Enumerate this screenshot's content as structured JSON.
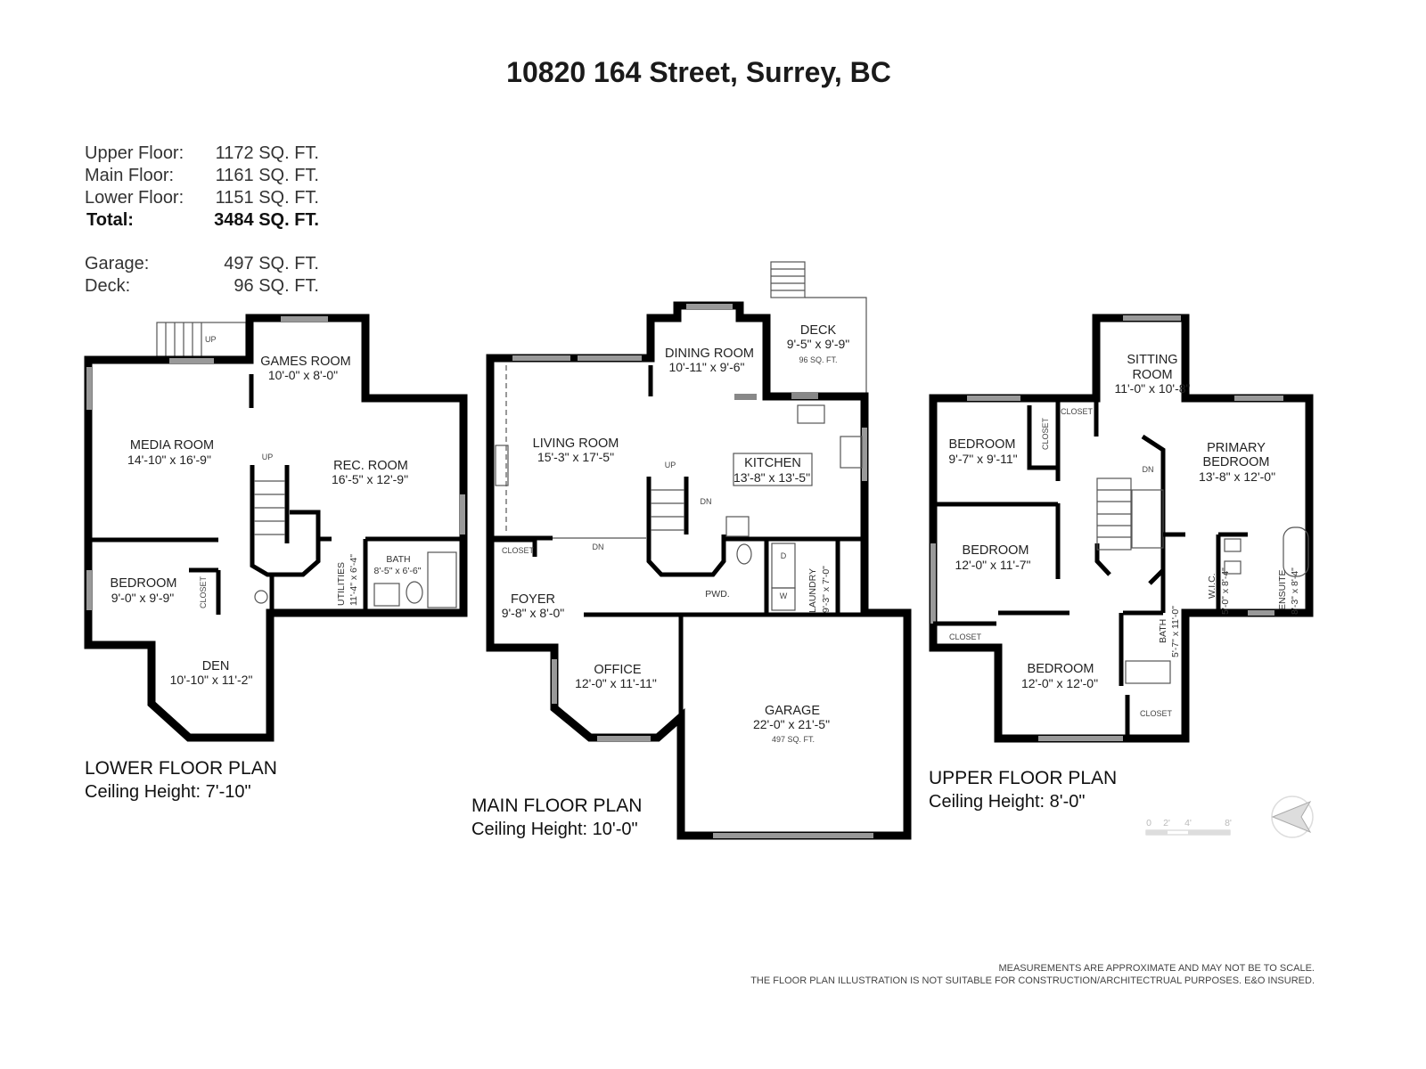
{
  "title": "10820 164 Street, Surrey, BC",
  "areas": [
    {
      "label": "Upper Floor:",
      "value": "1172 SQ. FT."
    },
    {
      "label": "Main Floor:",
      "value": "1161 SQ. FT."
    },
    {
      "label": "Lower Floor:",
      "value": "1151 SQ. FT."
    },
    {
      "label": "Total:",
      "value": "3484 SQ. FT."
    },
    {
      "label": "Garage:",
      "value": "497 SQ. FT."
    },
    {
      "label": "Deck:",
      "value": "96 SQ. FT."
    }
  ],
  "lower": {
    "plan_title": "LOWER FLOOR PLAN",
    "ceiling": "Ceiling Height: 7'-10\"",
    "rooms": [
      {
        "name": "GAMES ROOM",
        "dim": "10'-0\" x 8'-0\""
      },
      {
        "name": "MEDIA ROOM",
        "dim": "14'-10\" x 16'-9\""
      },
      {
        "name": "REC. ROOM",
        "dim": "16'-5\" x 12'-9\""
      },
      {
        "name": "BEDROOM",
        "dim": "9'-0\" x 9'-9\""
      },
      {
        "name": "DEN",
        "dim": "10'-10\" x 11'-2\""
      },
      {
        "name": "UTILITIES",
        "dim": "11'-4\" x 6'-4\""
      },
      {
        "name": "BATH",
        "dim": "8'-5\" x 6'-6\""
      }
    ],
    "labels": {
      "up1": "UP",
      "up2": "UP",
      "closet": "CLOSET"
    }
  },
  "main": {
    "plan_title": "MAIN FLOOR PLAN",
    "ceiling": "Ceiling Height: 10'-0\"",
    "rooms": [
      {
        "name": "DINING ROOM",
        "dim": "10'-11\" x 9'-6\""
      },
      {
        "name": "DECK",
        "dim": "9'-5\" x 9'-9\"",
        "area": "96 SQ. FT."
      },
      {
        "name": "LIVING ROOM",
        "dim": "15'-3\" x 17'-5\""
      },
      {
        "name": "KITCHEN",
        "dim": "13'-8\" x 13'-5\""
      },
      {
        "name": "FOYER",
        "dim": "9'-8\" x 8'-0\""
      },
      {
        "name": "OFFICE",
        "dim": "12'-0\" x 11'-11\""
      },
      {
        "name": "GARAGE",
        "dim": "22'-0\" x 21'-5\"",
        "area": "497 SQ. FT."
      },
      {
        "name": "LAUNDRY",
        "dim": "9'-3\" x 7'-0\""
      },
      {
        "name": "PWD.",
        "dim": ""
      }
    ],
    "labels": {
      "up": "UP",
      "dn1": "DN",
      "dn2": "DN",
      "closet": "CLOSET",
      "washer": "W",
      "dryer": "D"
    }
  },
  "upper": {
    "plan_title": "UPPER FLOOR PLAN",
    "ceiling": "Ceiling Height: 8'-0\"",
    "rooms": [
      {
        "name": "SITTING",
        "name2": "ROOM",
        "dim": "11'-0\" x 10'-8\""
      },
      {
        "name": "BEDROOM",
        "dim": "9'-7\" x 9'-11\""
      },
      {
        "name": "PRIMARY",
        "name2": "BEDROOM",
        "dim": "13'-8\" x 12'-0\""
      },
      {
        "name": "BEDROOM",
        "dim": "12'-0\" x 11'-7\""
      },
      {
        "name": "W.I.C.",
        "dim": "5'-0\" x 8'-4\""
      },
      {
        "name": "ENSUITE",
        "dim": "8'-3\" x 8'-4\""
      },
      {
        "name": "BATH",
        "dim": "5'-7\" x 11'-0\""
      },
      {
        "name": "BEDROOM",
        "dim": "12'-0\" x 12'-0\""
      }
    ],
    "labels": {
      "dn": "DN",
      "closet1": "CLOSET",
      "closet2": "CLOSET",
      "closet3": "CLOSET",
      "closet4": "CLOSET"
    }
  },
  "scale": {
    "ticks": [
      "0",
      "2'",
      "4'",
      "8'"
    ]
  },
  "compass_icon": "north-arrow-icon",
  "disclaimer": [
    "MEASUREMENTS ARE APPROXIMATE AND MAY NOT BE TO SCALE.",
    "THE FLOOR PLAN ILLUSTRATION IS NOT SUITABLE FOR CONSTRUCTION/ARCHITECTRUAL PURPOSES. E&O INSURED."
  ]
}
